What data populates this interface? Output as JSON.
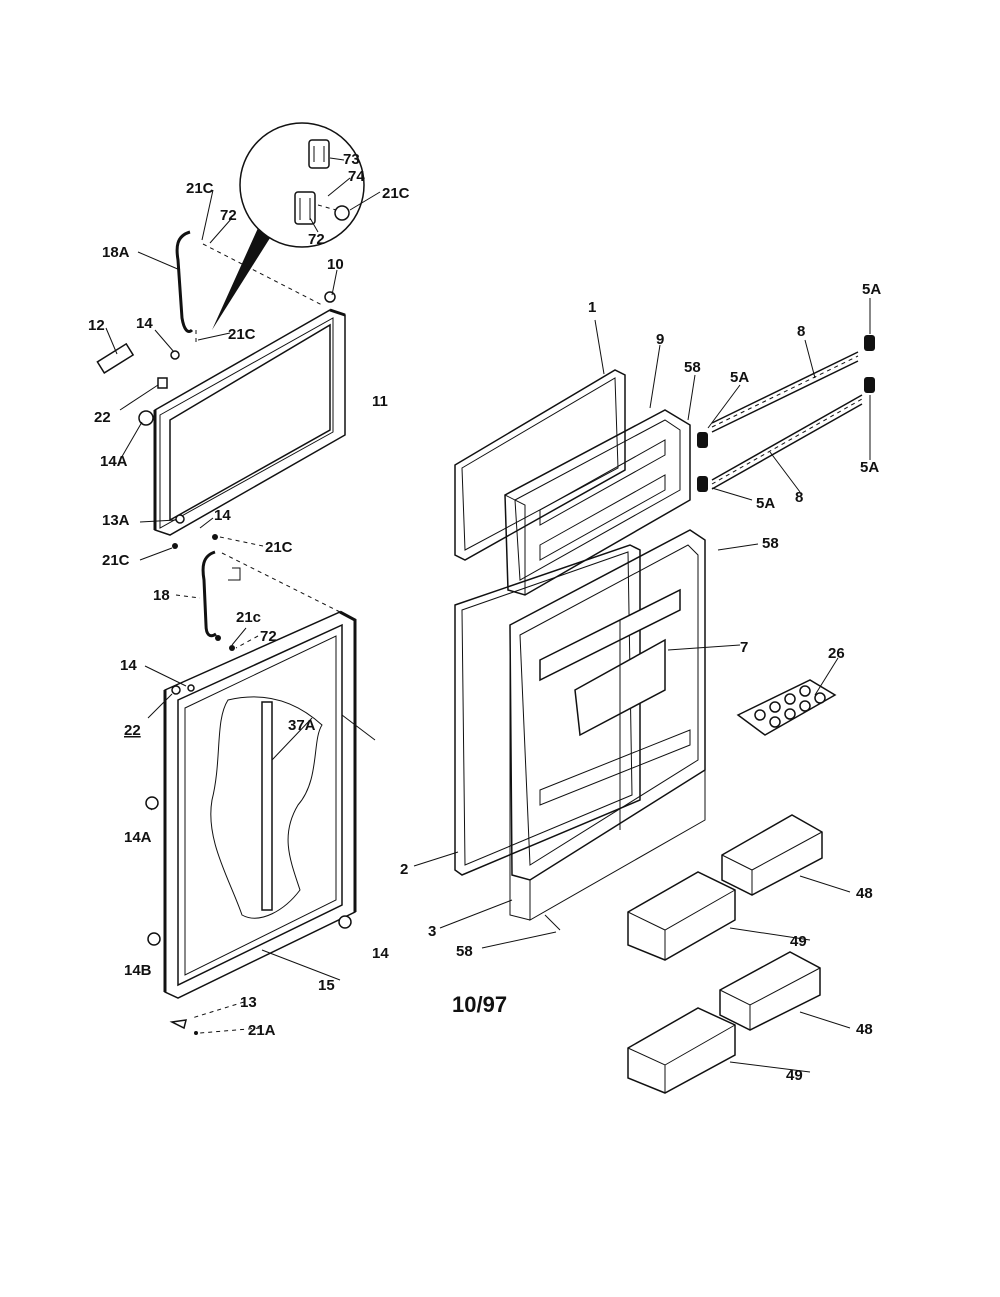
{
  "diagram": {
    "date_code": "10/97",
    "labels": {
      "l1": "1",
      "l2": "2",
      "l3": "3",
      "l5a_a": "5A",
      "l5a_b": "5A",
      "l5a_c": "5A",
      "l5a_d": "5A",
      "l58_a": "58",
      "l58_b": "58",
      "l58_c": "58",
      "l7": "7",
      "l8_a": "8",
      "l8_b": "8",
      "l9": "9",
      "l10": "10",
      "l11": "11",
      "l12": "12",
      "l13": "13",
      "l13a": "13A",
      "l14_a": "14",
      "l14_b": "14",
      "l14_c": "14",
      "l14_d": "14",
      "l14a_a": "14A",
      "l14a_b": "14A",
      "l14b": "14B",
      "l15": "15",
      "l18": "18",
      "l18a": "18A",
      "l21a": "21A",
      "l21c_a": "21C",
      "l21c_b": "21C",
      "l21c_c": "21C",
      "l21c_d": "21C",
      "l21c_e": "21C",
      "l21c_f": "21c",
      "l22_a": "22",
      "l22_b": "22",
      "l26": "26",
      "l37a": "37A",
      "l48_a": "48",
      "l48_b": "48",
      "l49_a": "49",
      "l49_b": "49",
      "l72_a": "72",
      "l72_b": "72",
      "l72_c": "72",
      "l73": "73",
      "l74": "74"
    }
  }
}
